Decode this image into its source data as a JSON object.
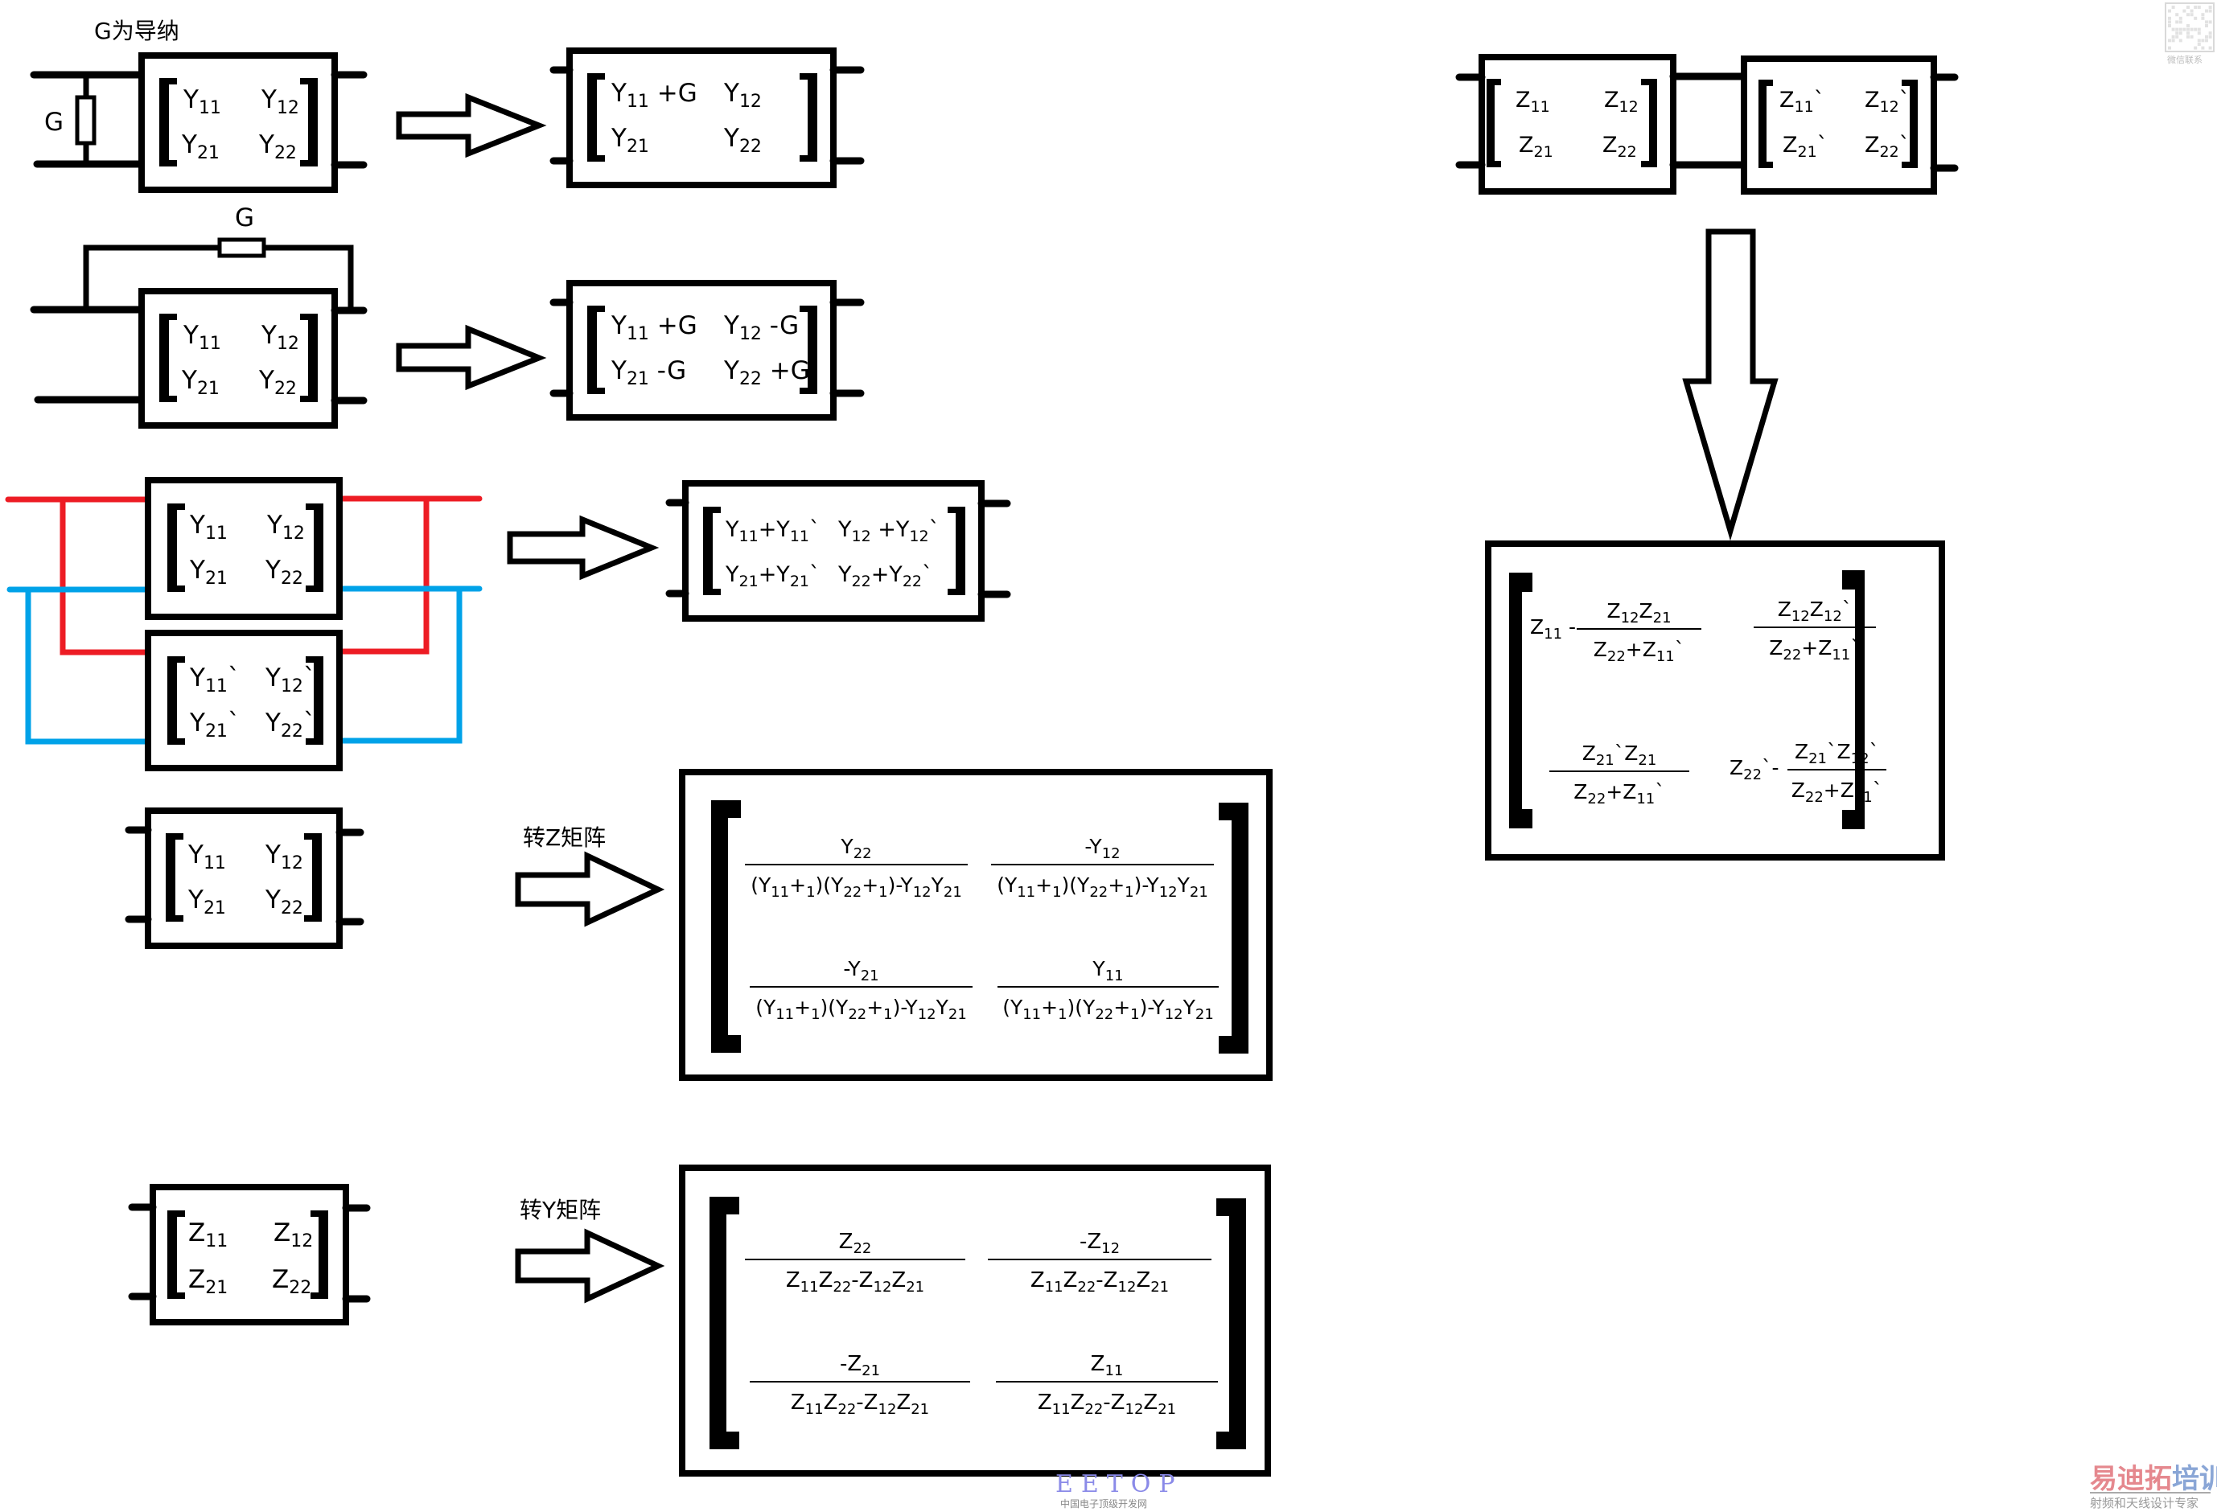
{
  "title_note": "G为导纳",
  "colors": {
    "line": "#000000",
    "red_network": "#ed1c24",
    "blue_network": "#00a2e8",
    "background": "#ffffff"
  },
  "icons": {
    "transform_arrow": "right-arrow-outline",
    "cascade_arrow": "down-arrow-outline",
    "resistor": "resistor-symbol",
    "qr_code": "qr-code"
  },
  "diagrams": {
    "shunt_admittance": {
      "element_label": "G",
      "input_matrix": [
        [
          "Y11",
          "Y12"
        ],
        [
          "Y21",
          "Y22"
        ]
      ],
      "result_matrix": [
        [
          "Y11 +G",
          "Y12"
        ],
        [
          "Y21",
          "Y22"
        ]
      ]
    },
    "series_admittance": {
      "element_label": "G",
      "input_matrix": [
        [
          "Y11",
          "Y12"
        ],
        [
          "Y21",
          "Y22"
        ]
      ],
      "result_matrix": [
        [
          "Y11 +G",
          "Y12 -G"
        ],
        [
          "Y21 -G",
          "Y22 +G"
        ]
      ]
    },
    "parallel_networks": {
      "network_a": [
        [
          "Y11",
          "Y12"
        ],
        [
          "Y21",
          "Y22"
        ]
      ],
      "network_b": [
        [
          "Y11`",
          "Y12`"
        ],
        [
          "Y21`",
          "Y22`"
        ]
      ],
      "result_matrix": [
        [
          "Y11+Y11`",
          "Y12 +Y12`"
        ],
        [
          "Y21+Y21`",
          "Y22+Y22`"
        ]
      ]
    },
    "y_to_z": {
      "label": "转Z矩阵",
      "input_matrix": [
        [
          "Y11",
          "Y12"
        ],
        [
          "Y21",
          "Y22"
        ]
      ],
      "result": [
        [
          {
            "num": "Y22",
            "den": "(Y11+1)(Y22+1)-Y12Y21"
          },
          {
            "num": "-Y12",
            "den": "(Y11+1)(Y22+1)-Y12Y21"
          }
        ],
        [
          {
            "num": "-Y21",
            "den": "(Y11+1)(Y22+1)-Y12Y21"
          },
          {
            "num": "Y11",
            "den": "(Y11+1)(Y22+1)-Y12Y21"
          }
        ]
      ]
    },
    "z_to_y": {
      "label": "转Y矩阵",
      "input_matrix": [
        [
          "Z11",
          "Z12"
        ],
        [
          "Z21",
          "Z22"
        ]
      ],
      "result": [
        [
          {
            "num": "Z22",
            "den": "Z11Z22-Z12Z21"
          },
          {
            "num": "-Z12",
            "den": "Z11Z22-Z12Z21"
          }
        ],
        [
          {
            "num": "-Z21",
            "den": "Z11Z22-Z12Z21"
          },
          {
            "num": "Z11",
            "den": "Z11Z22-Z12Z21"
          }
        ]
      ]
    },
    "z_cascade": {
      "network_a": [
        [
          "Z11",
          "Z12"
        ],
        [
          "Z21",
          "Z22"
        ]
      ],
      "network_b": [
        [
          "Z11`",
          "Z12`"
        ],
        [
          "Z21`",
          "Z22`"
        ]
      ],
      "result": [
        [
          {
            "prefix": "Z11 -",
            "num": "Z12Z21",
            "den": "Z22+Z11`"
          },
          {
            "prefix": "",
            "num": "Z12Z12`",
            "den": "Z22+Z11`"
          }
        ],
        [
          {
            "prefix": "",
            "num": "Z21`Z21",
            "den": "Z22+Z11`"
          },
          {
            "prefix": "Z22`-",
            "num": "Z21`Z12`",
            "den": "Z22+Z11`"
          }
        ]
      ]
    }
  },
  "watermarks": {
    "qr_caption": "微信联系",
    "eetop": "EETOP",
    "eetop_sub": "中国电子顶级开发网",
    "brand_red": "易迪拓",
    "brand_blue": "培训",
    "brand_sub": "射频和天线设计专家"
  }
}
